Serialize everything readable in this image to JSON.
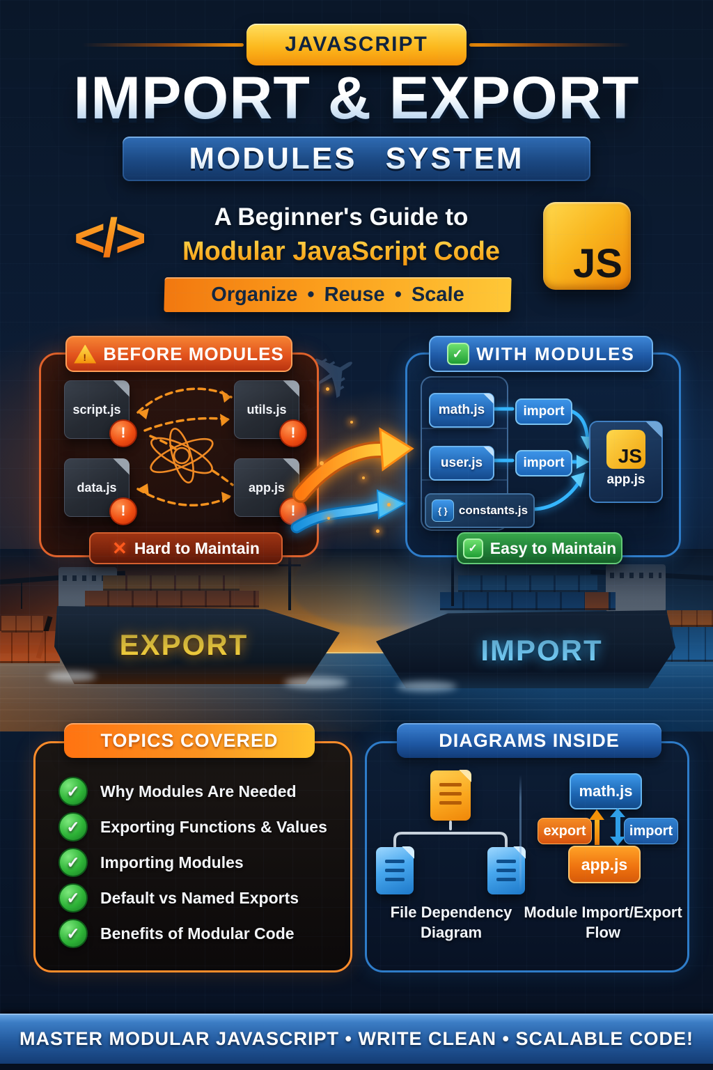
{
  "header": {
    "kicker": "JAVASCRIPT",
    "title": "IMPORT & EXPORT",
    "banner": "MODULES SYSTEM",
    "guide_line1": "A Beginner's Guide to",
    "guide_line2": "Modular JavaScript Code",
    "ribbon": "Organize • Reuse • Scale",
    "code_icon": "</>",
    "js_badge": "JS"
  },
  "before_panel": {
    "title": "BEFORE MODULES",
    "warning_icon": "!",
    "files": [
      {
        "name": "script.js",
        "badge": "!"
      },
      {
        "name": "utils.js",
        "badge": "!"
      },
      {
        "name": "data.js",
        "badge": "!"
      },
      {
        "name": "app.js",
        "badge": "!"
      }
    ],
    "footer_icon": "✕",
    "footer": "Hard to Maintain"
  },
  "with_panel": {
    "title": "WITH MODULES",
    "check_icon": "✓",
    "modules": [
      {
        "name": "math.js"
      },
      {
        "name": "user.js"
      },
      {
        "name": "constants.js",
        "icon": "{ }"
      }
    ],
    "import_label": "import",
    "app_file": {
      "logo": "JS",
      "name": "app.js"
    },
    "footer": "Easy to Maintain"
  },
  "ships": {
    "left_label": "EXPORT",
    "right_label": "IMPORT"
  },
  "topics_panel": {
    "title": "TOPICS COVERED",
    "check_icon": "✓",
    "items": [
      "Why Modules Are Needed",
      "Exporting Functions & Values",
      "Importing Modules",
      "Default vs Named Exports",
      "Benefits of Modular Code"
    ]
  },
  "diagrams_panel": {
    "title": "DIAGRAMS INSIDE",
    "file_dependency": {
      "caption": "File Dependency Diagram"
    },
    "flow": {
      "caption": "Module Import/Export Flow",
      "top_box": "math.js",
      "bottom_box": "app.js",
      "export_pill": "export",
      "import_pill": "import"
    }
  },
  "footer": {
    "text": "MASTER MODULAR JAVASCRIPT  •  WRITE CLEAN  •  SCALABLE CODE!"
  },
  "colors": {
    "js_yellow": "#f7c928",
    "accent_orange": "#ff8c1a",
    "accent_blue": "#2e7cc9",
    "success_green": "#2f9e44",
    "error_red": "#e03410",
    "bg_navy": "#0a1729"
  }
}
